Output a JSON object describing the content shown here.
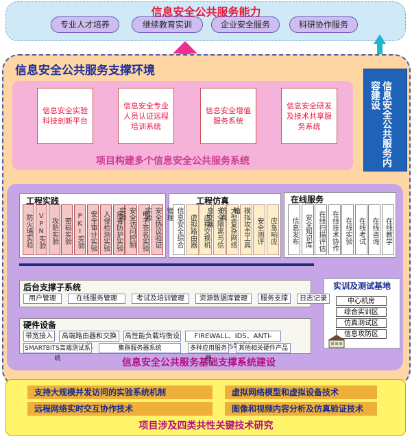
{
  "capabilities": {
    "title": "信息安全公共服务能力",
    "items": [
      "专业人才培养",
      "继续教育实训",
      "企业安全服务",
      "科研协作服务"
    ]
  },
  "environment_title": "信息安全公共服务支撑环境",
  "service_systems": {
    "cards": [
      "信息安全实验科技创新平台",
      "信息安全专业人员认证远程培训系统",
      "信息安全增值服务系统",
      "信息安全研发及技术共享服务系统"
    ],
    "label": "项目构建多个信息安全公共服务系统"
  },
  "content_box": "信息安全公共服务内容建设",
  "engineering_practice": {
    "title": "工程实践",
    "items": [
      "防火墙实验",
      "VPN实验",
      "攻防实验",
      "密码实验",
      "PKI实验",
      "安全审计实验",
      "入侵检测实验",
      "病毒防护实验",
      "安全访问控制实验",
      "电子签名实验",
      "安全协议验证实验"
    ]
  },
  "engineering_simulation": {
    "title": "工程仿真",
    "items": [
      "信息安全综合管理",
      "虚拟路由器",
      "虚拟交换机",
      "安全隔离与信息交换",
      "大型复杂网络仿真",
      "模拟攻击工具箱",
      "安全测评",
      "应急响应"
    ]
  },
  "online_services": {
    "title": "在线服务",
    "items": [
      "信息发布",
      "安全知识库",
      "在线扫描评估",
      "在线技术协作",
      "在线实验",
      "在线考试",
      "在线咨询",
      "在线教学"
    ]
  },
  "backend": {
    "title": "后台支撑子系统",
    "items": [
      "用户管理",
      "在线服务管理",
      "考试及培训管理",
      "资源数据库管理",
      "服务支撑",
      "日志记录"
    ]
  },
  "hardware": {
    "title": "硬件设备",
    "row1": [
      "带宽接入",
      "高端路由器和交换机",
      "高性能负载均衡设备",
      "FIREWALL、IDS、ANTI-VIRUS等设备"
    ],
    "row2": [
      "SMARTBITS高端测试系统",
      "集群服务器系统",
      "多种应用服务器",
      "其他相关硬件产品"
    ]
  },
  "training_base": {
    "title": "实训及测试基地",
    "items": [
      "中心机房",
      "综合实训区",
      "仿真测试区",
      "信息攻防区"
    ]
  },
  "platform_label": "信息安全公共服务基础支撑系统建设",
  "key_tech": {
    "items": [
      "支持大规模并发访问的实验系统机制",
      "虚拟网络模型和虚拟设备技术",
      "远程网络实时交互协作技术",
      "图像和视频内容分析及仿真验证技术"
    ],
    "label": "项目涉及四类共性关键技术研究"
  }
}
